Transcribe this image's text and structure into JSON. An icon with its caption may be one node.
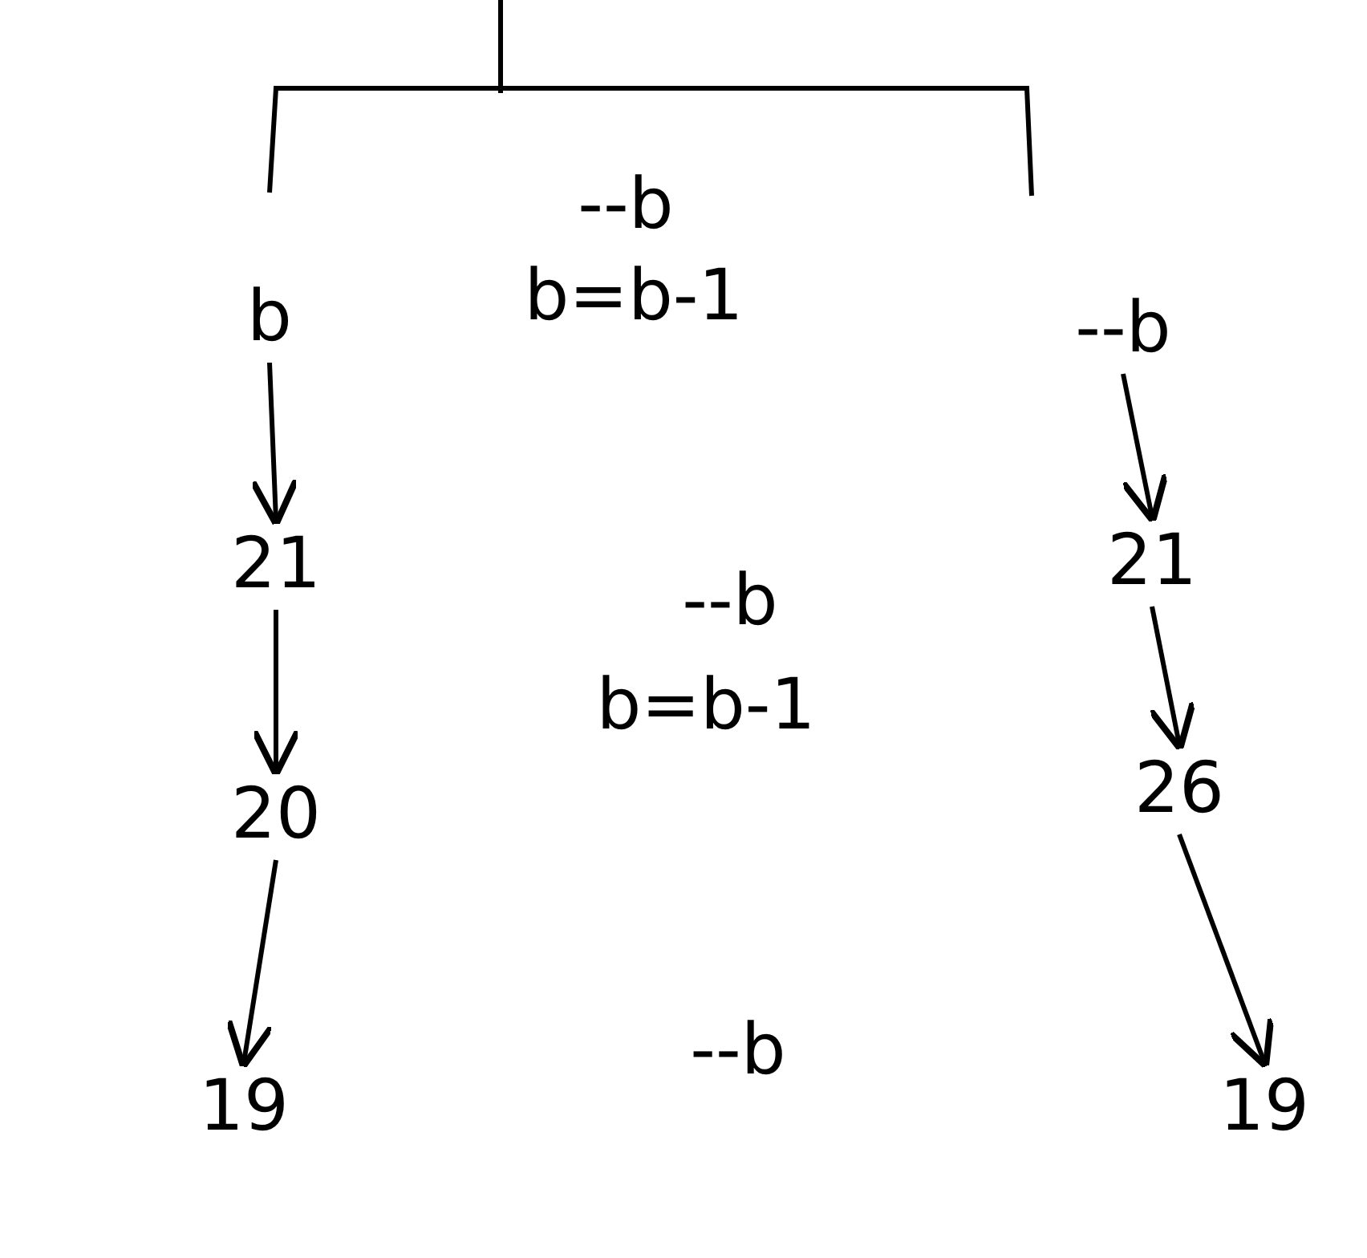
{
  "diagram": {
    "nodes": [
      {
        "text": [
          "b"
        ]
      },
      {
        "text": [
          "21"
        ]
      },
      {
        "text": [
          "20"
        ]
      },
      {
        "text": [
          "19"
        ]
      },
      {
        "text": [
          "--b"
        ]
      },
      {
        "text": [
          "21"
        ]
      },
      {
        "text": [
          "26"
        ]
      },
      {
        "text": [
          "19"
        ]
      }
    ],
    "edges": [
      {
        "from": 0,
        "to": 1,
        "arrow": "to"
      },
      {
        "from": 1,
        "to": 2,
        "arrow": "to"
      },
      {
        "from": 2,
        "to": 3,
        "arrow": "to"
      },
      {
        "from": 4,
        "to": 5,
        "arrow": "to"
      },
      {
        "from": 5,
        "to": 6,
        "arrow": "to"
      },
      {
        "from": 6,
        "to": 7,
        "arrow": "to"
      }
    ],
    "labels": [
      "--b",
      "b=b-1",
      "--b",
      "b=b-1",
      "--b"
    ]
  }
}
